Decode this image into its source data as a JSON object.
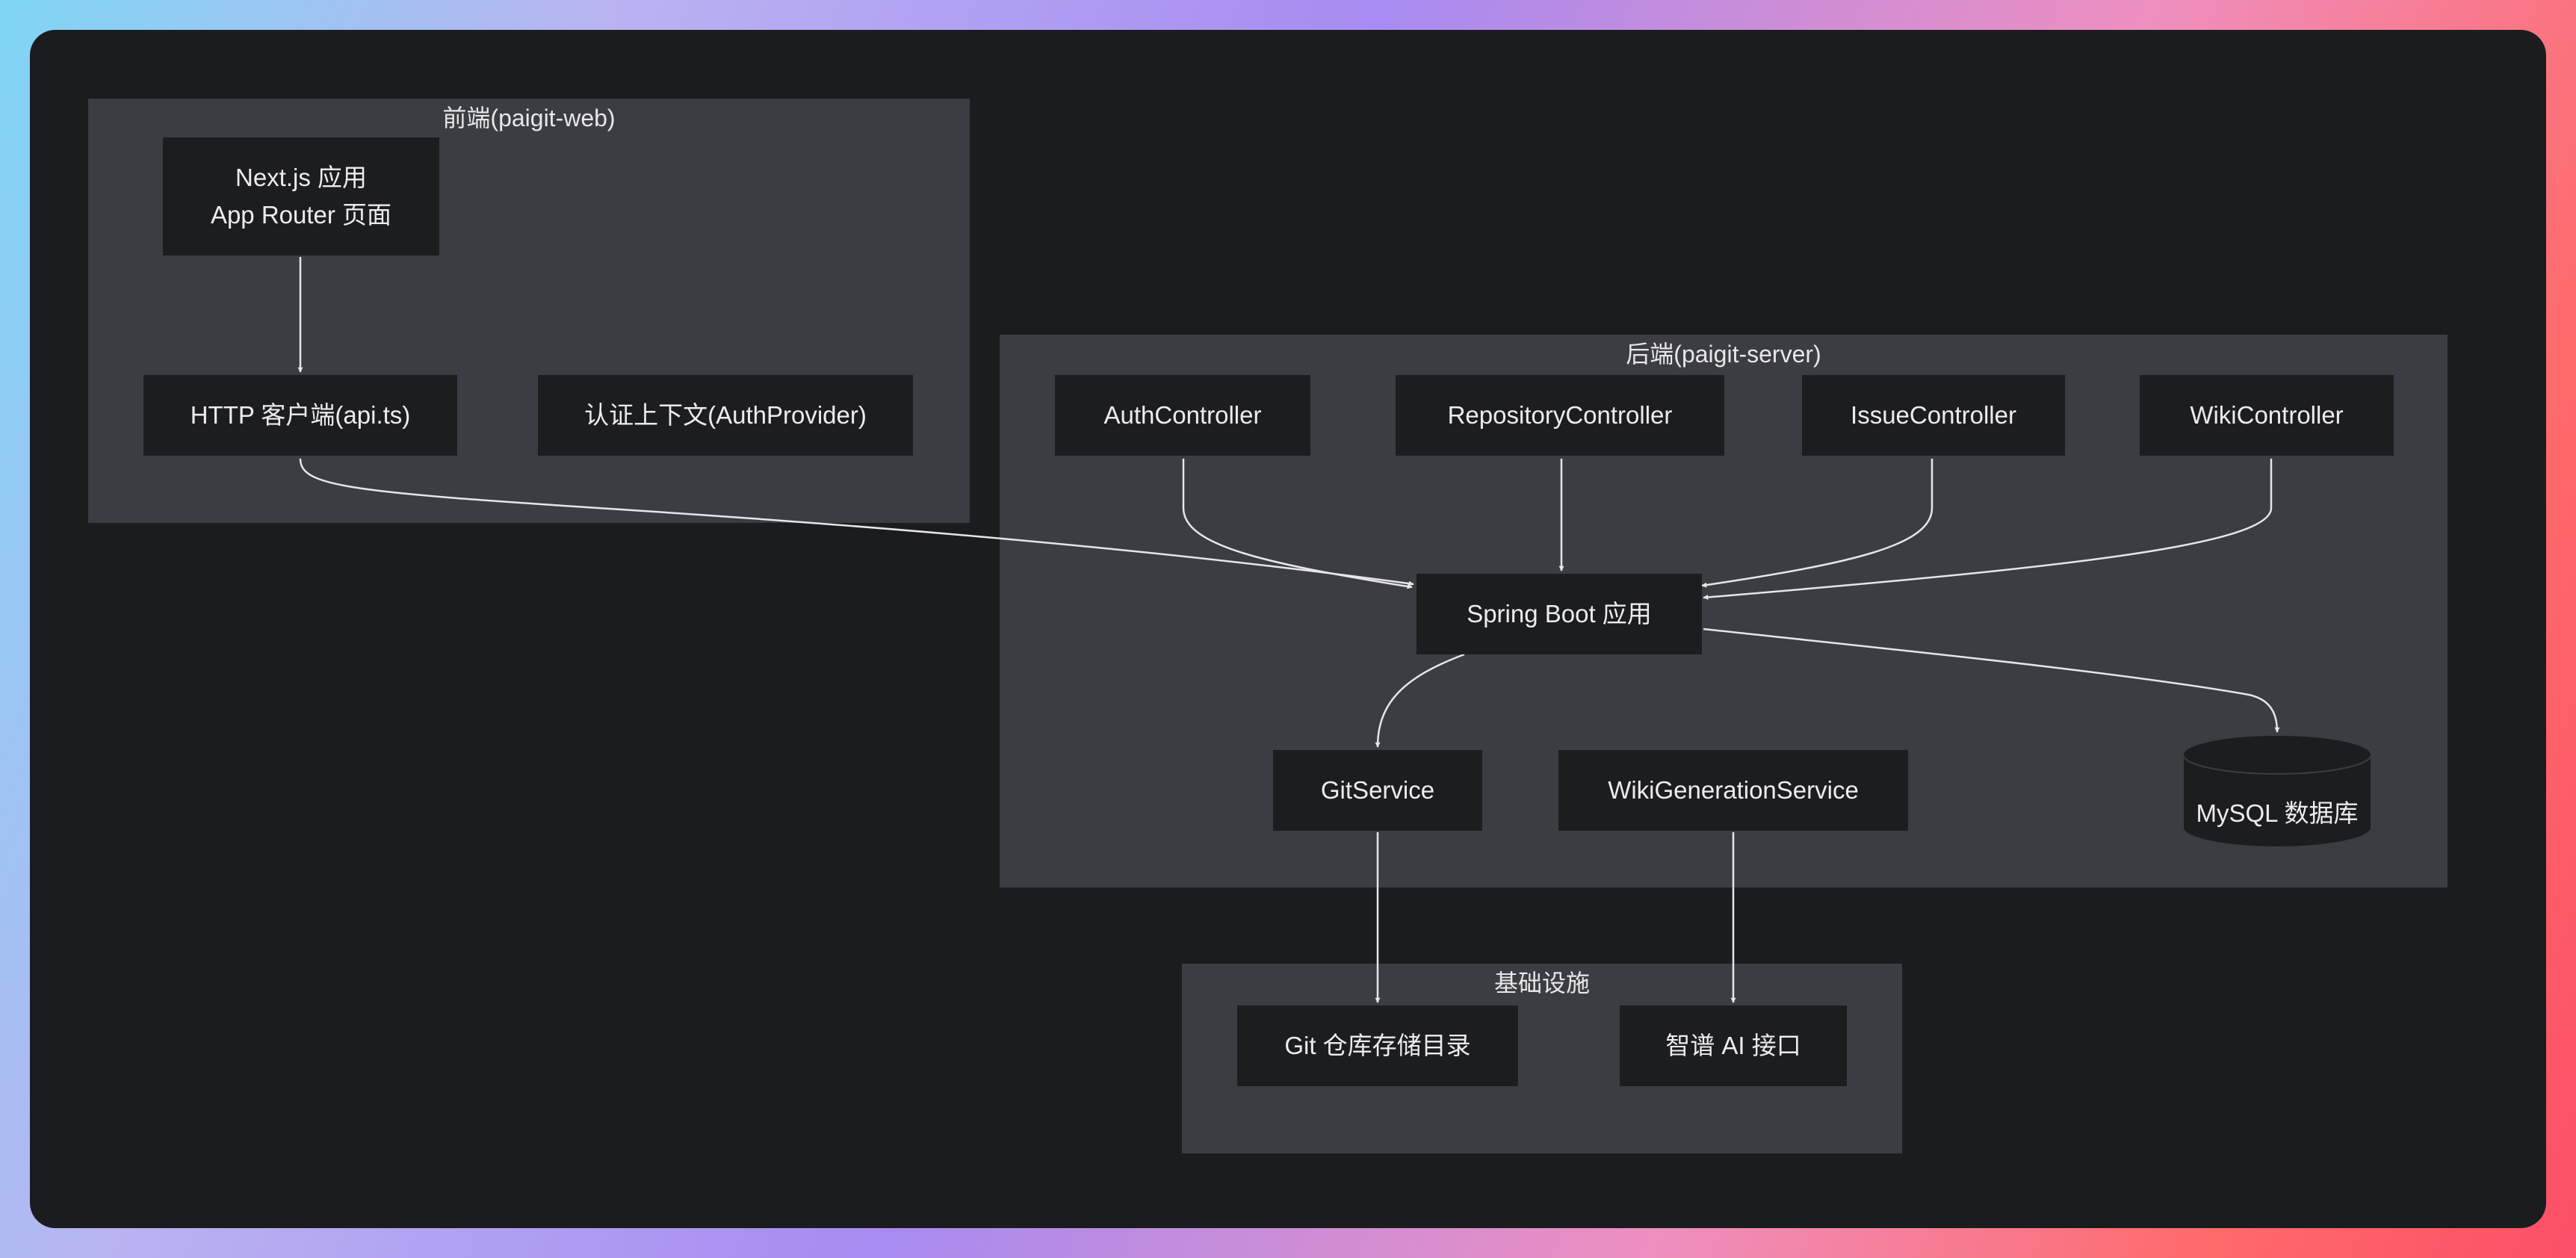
{
  "colors": {
    "card_background": "#1b1c1e",
    "cluster_background": "#3b3d42",
    "node_background": "#1c1d1f",
    "text": "#ececee",
    "edge": "#e6e6e8"
  },
  "clusters": {
    "frontend": {
      "title": "前端(paigit-web)"
    },
    "backend": {
      "title": "后端(paigit-server)"
    },
    "infra": {
      "title": "基础设施"
    }
  },
  "nodes": {
    "nextjs": {
      "line1": "Next.js 应用",
      "line2": "App Router 页面"
    },
    "http_client": {
      "label": "HTTP 客户端(api.ts)"
    },
    "auth_provider": {
      "label": "认证上下文(AuthProvider)"
    },
    "auth_controller": {
      "label": "AuthController"
    },
    "repository_controller": {
      "label": "RepositoryController"
    },
    "issue_controller": {
      "label": "IssueController"
    },
    "wiki_controller": {
      "label": "WikiController"
    },
    "spring_boot": {
      "label": "Spring Boot 应用"
    },
    "git_service": {
      "label": "GitService"
    },
    "wiki_generation_service": {
      "label": "WikiGenerationService"
    },
    "mysql": {
      "label": "MySQL 数据库"
    },
    "git_storage": {
      "label": "Git 仓库存储目录"
    },
    "zhipu_ai": {
      "label": "智谱 AI 接口"
    }
  },
  "edges": [
    {
      "from": "Next.js 应用 App Router 页面",
      "to": "HTTP 客户端(api.ts)"
    },
    {
      "from": "HTTP 客户端(api.ts)",
      "to": "Spring Boot 应用"
    },
    {
      "from": "AuthController",
      "to": "Spring Boot 应用"
    },
    {
      "from": "RepositoryController",
      "to": "Spring Boot 应用"
    },
    {
      "from": "IssueController",
      "to": "Spring Boot 应用"
    },
    {
      "from": "WikiController",
      "to": "Spring Boot 应用"
    },
    {
      "from": "Spring Boot 应用",
      "to": "GitService"
    },
    {
      "from": "Spring Boot 应用",
      "to": "MySQL 数据库"
    },
    {
      "from": "GitService",
      "to": "Git 仓库存储目录"
    },
    {
      "from": "WikiGenerationService",
      "to": "智谱 AI 接口"
    }
  ]
}
